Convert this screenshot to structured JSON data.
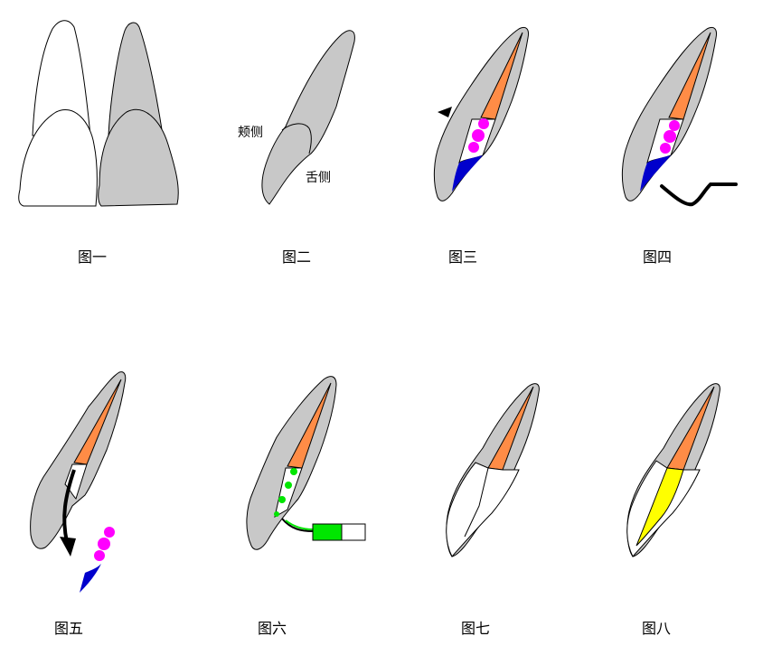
{
  "figures": [
    {
      "caption": "图一"
    },
    {
      "caption": "图二",
      "labels": {
        "buccal": "颊侧",
        "lingual": "舌侧"
      }
    },
    {
      "caption": "图三"
    },
    {
      "caption": "图四"
    },
    {
      "caption": "图五"
    },
    {
      "caption": "图六"
    },
    {
      "caption": "图七"
    },
    {
      "caption": "图八"
    }
  ],
  "colors": {
    "tooth_gray": "#c8c8c8",
    "pulp_orange": "#ff8c46",
    "cotton_magenta": "#ff00ff",
    "filling_blue": "#0000cc",
    "irrigant_green": "#00e600",
    "crown_white": "#ffffff",
    "restoration_yellow": "#ffff00",
    "outline": "#000000"
  }
}
